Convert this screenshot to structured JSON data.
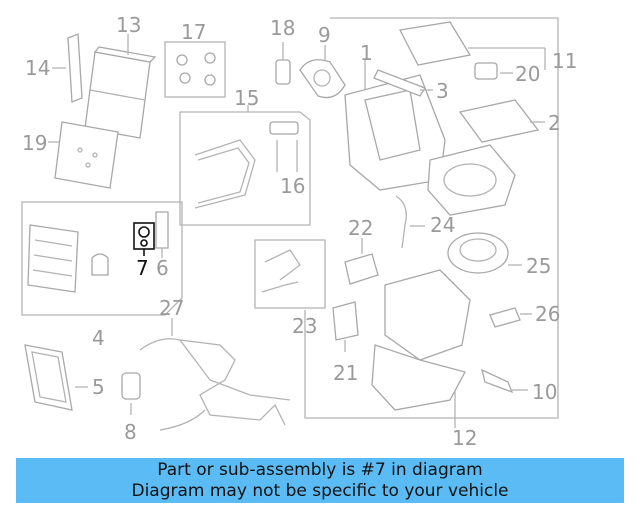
{
  "callouts": {
    "c1": "1",
    "c2": "2",
    "c3": "3",
    "c4": "4",
    "c5": "5",
    "c6": "6",
    "c7": "7",
    "c8": "8",
    "c9": "9",
    "c10": "10",
    "c11": "11",
    "c12": "12",
    "c13": "13",
    "c14": "14",
    "c15": "15",
    "c16": "16",
    "c17": "17",
    "c18": "18",
    "c19": "19",
    "c20": "20",
    "c21": "21",
    "c22": "22",
    "c23": "23",
    "c24": "24",
    "c25": "25",
    "c26": "26",
    "c27": "27"
  },
  "highlighted_part": "7",
  "banner": {
    "line1": "Part or sub-assembly is #7 in diagram",
    "line2": "Diagram may not be specific to your vehicle"
  },
  "colors": {
    "banner_bg": "#5bbcf5",
    "line": "#b3b3b3",
    "highlight": "#111111"
  }
}
